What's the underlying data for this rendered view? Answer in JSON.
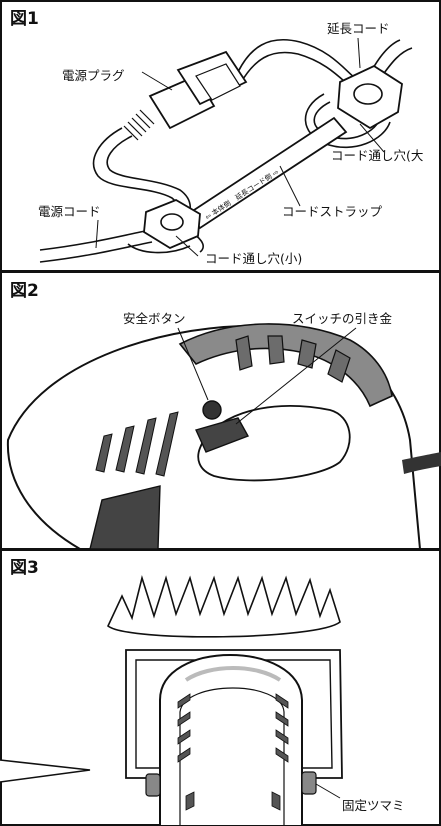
{
  "figures": [
    {
      "title": "図1",
      "labels": {
        "extension_cord": "延長コード",
        "power_plug": "電源プラグ",
        "cord_hole_large": "コード通し穴(大",
        "cord_strap": "コードストラップ",
        "power_cord": "電源コード",
        "cord_hole_small": "コード通し穴(小)",
        "strap_text": "⇦ 本体側　延長コード側 ⇨"
      }
    },
    {
      "title": "図2",
      "labels": {
        "safety_button": "安全ボタン",
        "switch_trigger": "スイッチの引き金"
      }
    },
    {
      "title": "図3",
      "labels": {
        "fixing_knob": "固定ツマミ"
      }
    }
  ]
}
